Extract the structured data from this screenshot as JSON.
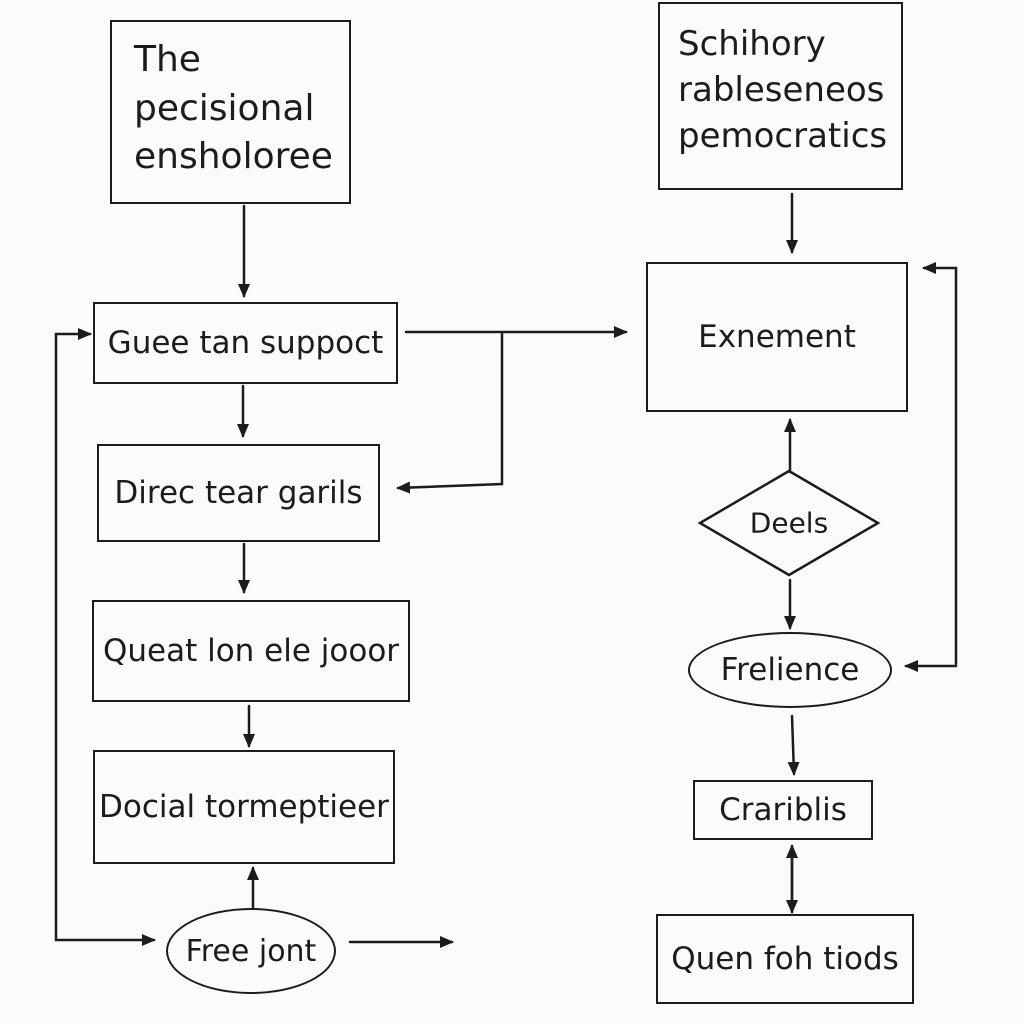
{
  "left_column": {
    "title_box": {
      "line1": "The",
      "line2": "pecisional",
      "line3": "ensholoree"
    },
    "box1": "Guee tan suppoct",
    "box2": "Direc tear garils",
    "box3": "Queat lon ele jooor",
    "box4": "Docial tormeptieer",
    "ellipse": "Free jont"
  },
  "right_column": {
    "title_box": {
      "line1": "Schihory",
      "line2": "rableseneos",
      "line3": "pemocratics"
    },
    "box1": "Exnement",
    "diamond": "Deels",
    "ellipse": "Frelience",
    "box2": "Crariblis",
    "box3": "Quen foh tiods"
  }
}
